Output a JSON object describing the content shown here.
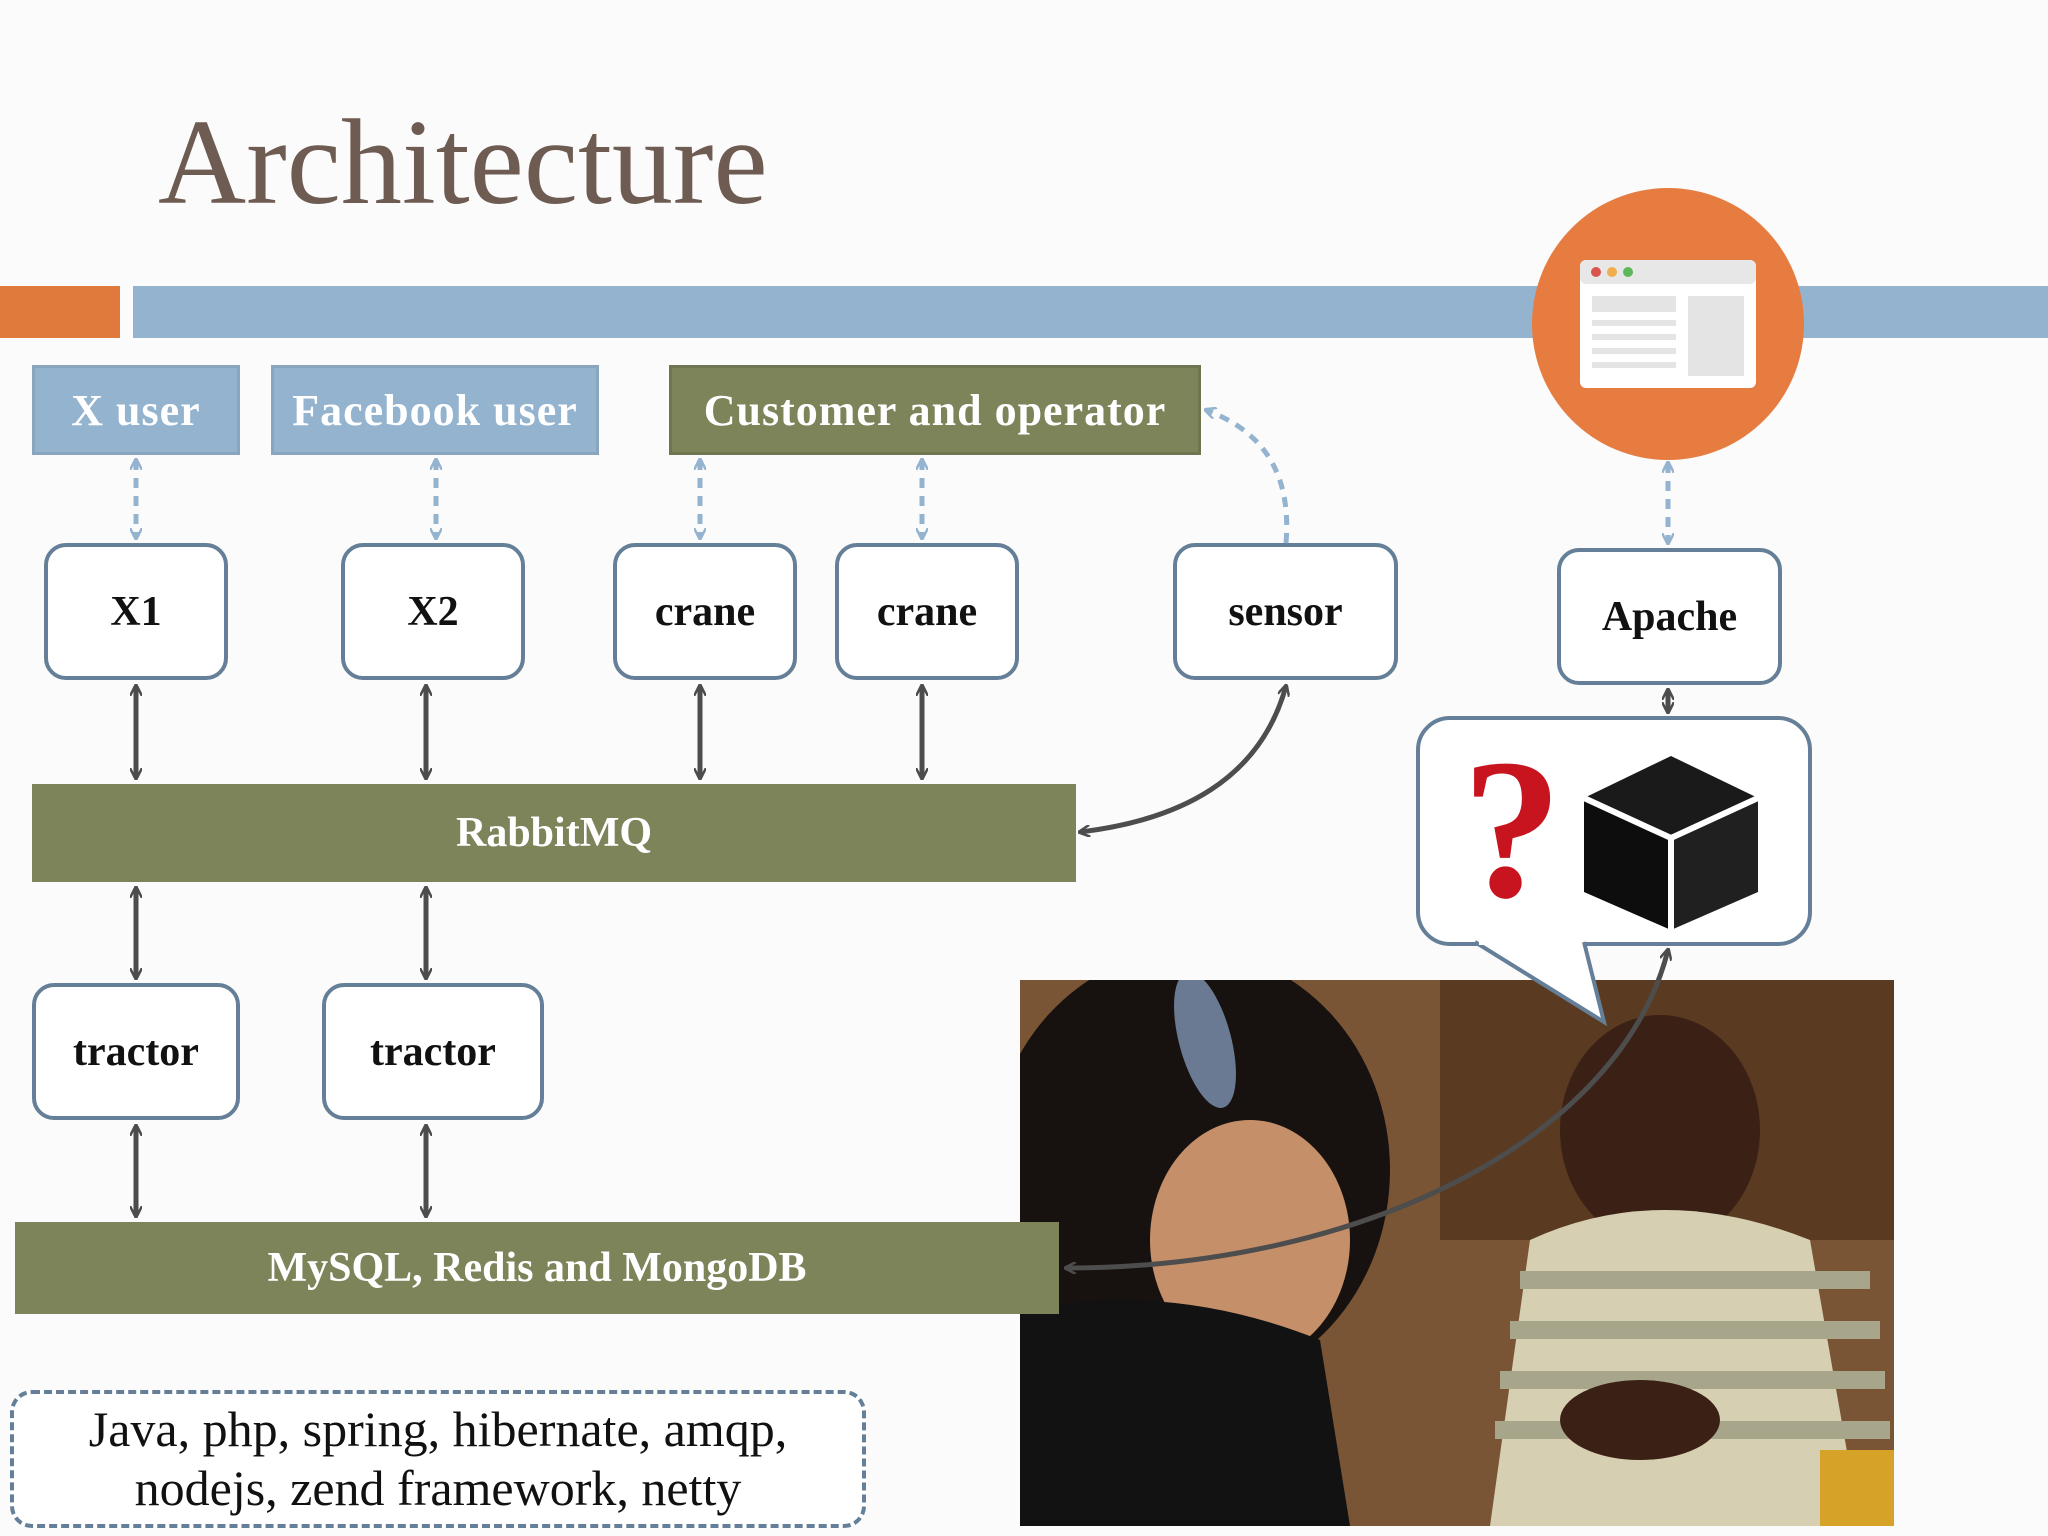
{
  "title": "Architecture",
  "headers": {
    "x_user": "X user",
    "facebook_user": "Facebook user",
    "customer_operator": "Customer and operator"
  },
  "nodes": {
    "x1": "X1",
    "x2": "X2",
    "crane_1": "crane",
    "crane_2": "crane",
    "sensor": "sensor",
    "apache": "Apache",
    "tractor_1": "tractor",
    "tractor_2": "tractor"
  },
  "bands": {
    "rabbitmq": "RabbitMQ",
    "databases": "MySQL, Redis and MongoDB"
  },
  "tech_stack": {
    "line1": "Java, php, spring, hibernate, amqp,",
    "line2": "nodejs, zend framework, netty"
  },
  "bubble": {
    "question_mark": "?"
  },
  "colors": {
    "accent_orange": "#e07a3c",
    "accent_blue": "#93b3cf",
    "olive": "#7e845a",
    "node_border": "#647f97",
    "title_brown": "#6e5b51",
    "question_red": "#c8141e"
  }
}
